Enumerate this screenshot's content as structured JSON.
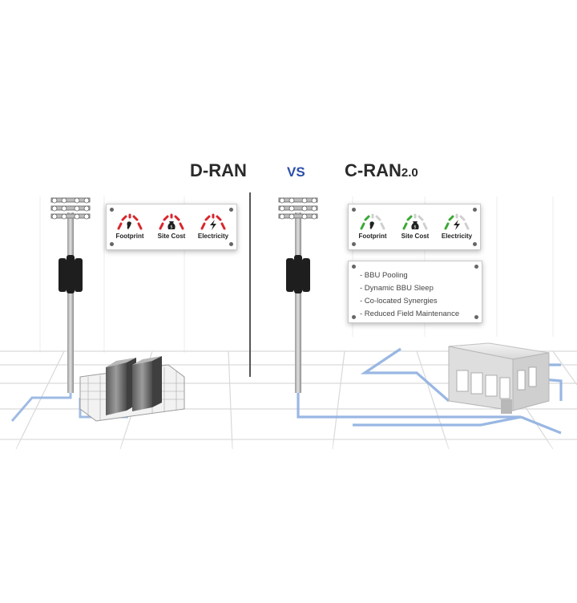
{
  "titles": {
    "left": "D-RAN",
    "vs": "VS",
    "right_main": "C-RAN",
    "right_sub": "2.0"
  },
  "dran_panel": {
    "gauges": [
      {
        "label": "Footprint",
        "icon": "footprint-icon",
        "color": "#d9262c"
      },
      {
        "label": "Site Cost",
        "icon": "money-bag-icon",
        "color": "#d9262c"
      },
      {
        "label": "Electricity",
        "icon": "electricity-icon",
        "color": "#d9262c"
      }
    ]
  },
  "cran_panel": {
    "gauges": [
      {
        "label": "Footprint",
        "icon": "footprint-icon",
        "color": "#3aa935"
      },
      {
        "label": "Site Cost",
        "icon": "money-bag-icon",
        "color": "#3aa935"
      },
      {
        "label": "Electricity",
        "icon": "electricity-icon",
        "color": "#3aa935"
      }
    ]
  },
  "features": [
    "- BBU Pooling",
    "- Dynamic BBU Sleep",
    "- Co-located Synergies",
    "- Reduced Field Maintenance"
  ],
  "colors": {
    "fiber": "#8fb0e0",
    "floor_grid": "#d6d6d6",
    "divider": "#555555"
  }
}
